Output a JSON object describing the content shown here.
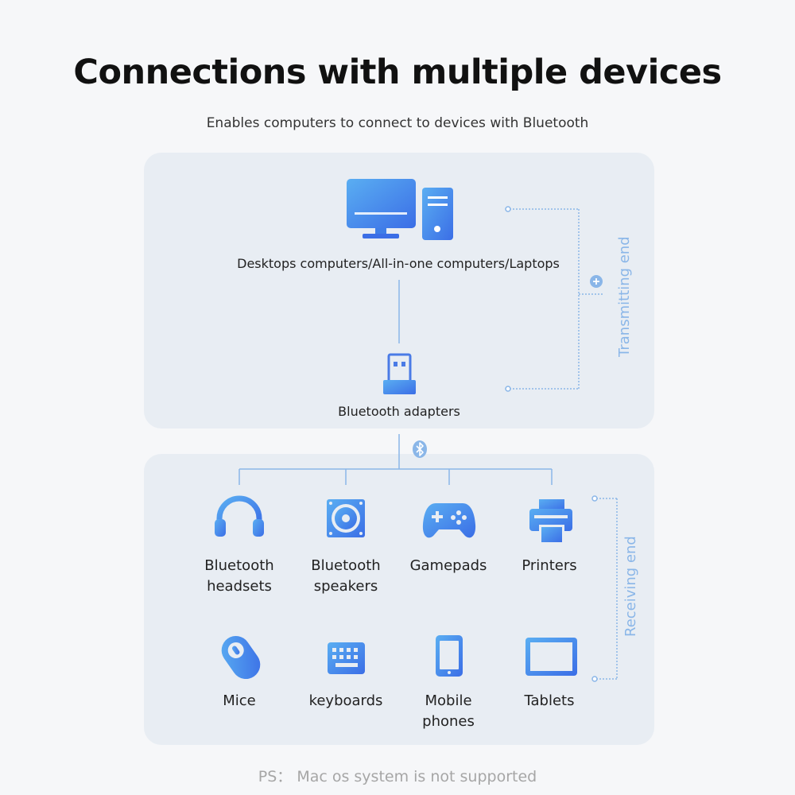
{
  "title": "Connections with multiple devices",
  "subtitle": "Enables computers to connect to devices with Bluetooth",
  "transmitting": {
    "desktop_label": "Desktops computers/All-in-one computers/Laptops",
    "adapter_label": "Bluetooth adapters",
    "side_label": "Transmitting end"
  },
  "receiving": {
    "side_label": "Receiving end",
    "devices": [
      {
        "line1": "Bluetooth",
        "line2": "headsets",
        "icon": "headset-icon"
      },
      {
        "line1": "Bluetooth",
        "line2": "speakers",
        "icon": "speaker-icon"
      },
      {
        "line1": "Gamepads",
        "line2": "",
        "icon": "gamepad-icon"
      },
      {
        "line1": "Printers",
        "line2": "",
        "icon": "printer-icon"
      },
      {
        "line1": "Mice",
        "line2": "",
        "icon": "mouse-icon"
      },
      {
        "line1": "keyboards",
        "line2": "",
        "icon": "keyboard-icon"
      },
      {
        "line1": "Mobile",
        "line2": "phones",
        "icon": "phone-icon"
      },
      {
        "line1": "Tablets",
        "line2": "",
        "icon": "tablet-icon"
      }
    ]
  },
  "footer": "PS： Mac os system is not supported",
  "colors": {
    "accent": "#3b7be8",
    "accent_light": "#5aa9f0",
    "line": "#8ab6e8",
    "panel": "#e8edf3"
  }
}
